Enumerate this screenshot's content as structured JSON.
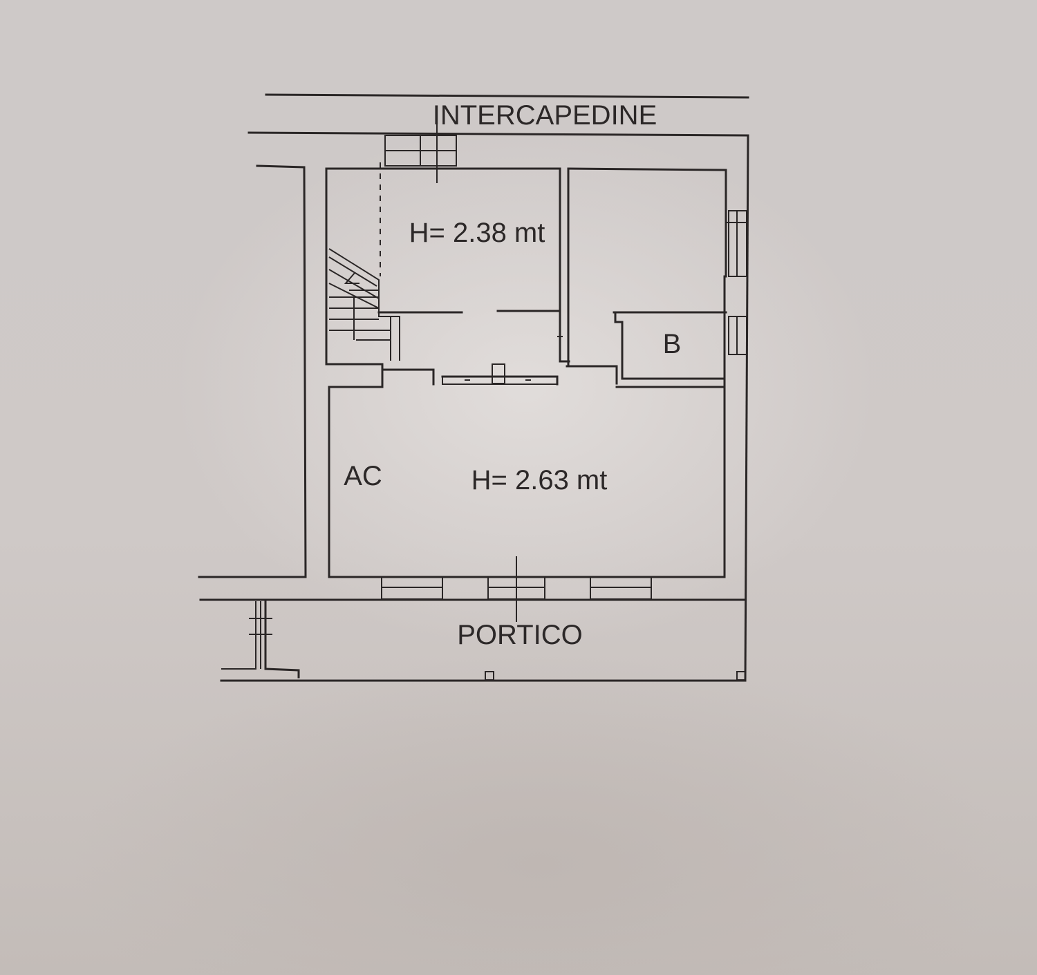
{
  "labels": {
    "top_area": "INTERCAPEDINE",
    "room_upper_height": "H= 2.38 mt",
    "room_main_height": "H= 2.63 mt",
    "room_main_code": "AC",
    "room_b": "B",
    "bottom_area": "PORTICO"
  },
  "colors": {
    "paper": "#cfc9c7",
    "ink": "#2a2626"
  }
}
